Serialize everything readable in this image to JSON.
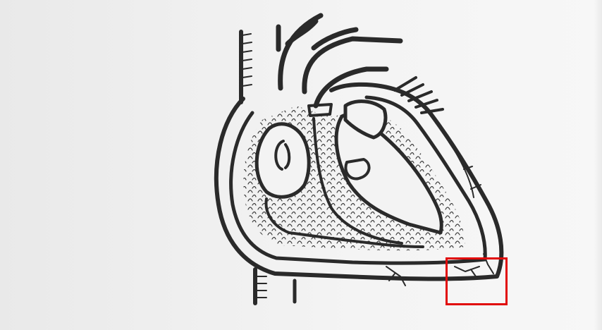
{
  "drawing": {
    "subject": "heart-cross-section-sketch",
    "style": "black ink on white paper",
    "ink_color": "#2a2a2a",
    "paper_color": "#f2f2f2"
  },
  "highlight": {
    "color": "#e10a0a",
    "target": "apex-coronary-vessel-region"
  }
}
